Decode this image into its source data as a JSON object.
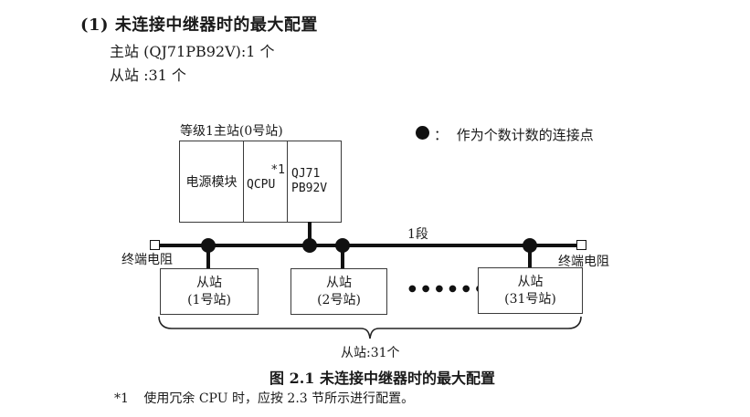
{
  "page": {
    "heading": "(1) 未连接中继器时的最大配置",
    "spec_lines": [
      "主站 (QJ71PB92V):1 个",
      "从站 :31 个"
    ],
    "caption": "图 2.1 未连接中继器时的最大配置",
    "footnote_marker": "*1",
    "footnote_text": "使用冗余 CPU 时，应按 2.3 节所示进行配置。"
  },
  "legend": {
    "separator": "：",
    "label": "作为个数计数的连接点"
  },
  "diagram": {
    "master": {
      "label": "等级1主站(0号站)",
      "power_module": "电源模块",
      "cpu": "QCPU",
      "cpu_note": "*1",
      "pb_line1": "QJ71",
      "pb_line2": "PB92V"
    },
    "segment_label": "1段",
    "terminator_left": "终端电阻",
    "terminator_right": "终端电阻",
    "slaves": [
      {
        "line1": "从站",
        "line2": "(1号站)"
      },
      {
        "line1": "从站",
        "line2": "(2号站)"
      },
      {
        "line1": "从站",
        "line2": "(31号站)"
      }
    ],
    "ellipsis": "●●●●●●",
    "brace_label": "从站:31个"
  },
  "colors": {
    "ink": "#1a1a1a",
    "line": "#111111",
    "border": "#3a3a3a"
  }
}
